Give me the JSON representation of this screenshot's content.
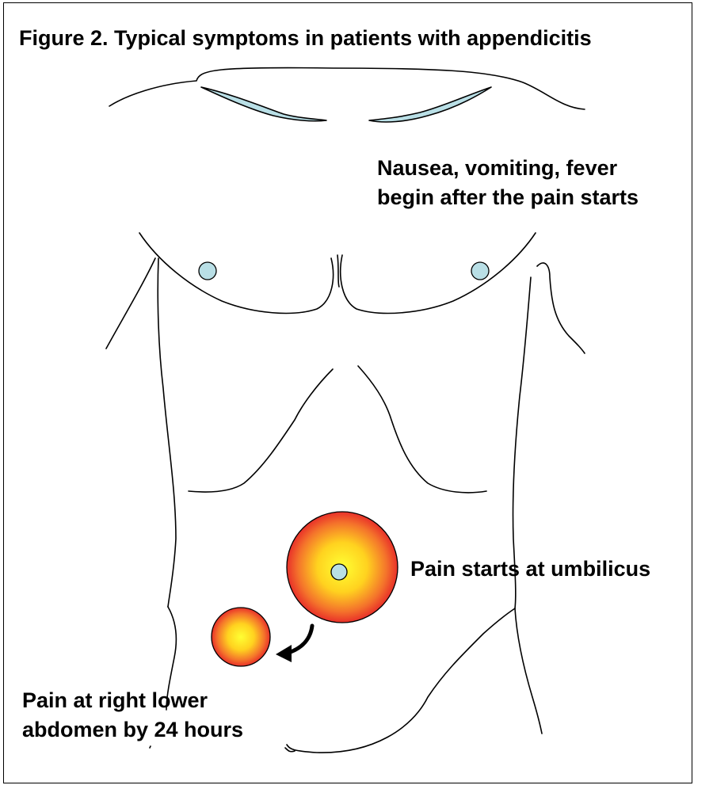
{
  "figure": {
    "title": "Figure 2. Typical symptoms in patients with appendicitis"
  },
  "annotations": {
    "nausea_line1": "Nausea, vomiting, fever",
    "nausea_line2": "begin after the pain starts",
    "umbilicus": "Pain starts at umbilicus",
    "rlq_line1": "Pain at right lower",
    "rlq_line2": "abdomen by 24 hours"
  },
  "colors": {
    "pain_center": "#ffff33",
    "pain_edge": "#e8302a",
    "skin_marker": "#b9dfe6",
    "outline": "#000000"
  }
}
